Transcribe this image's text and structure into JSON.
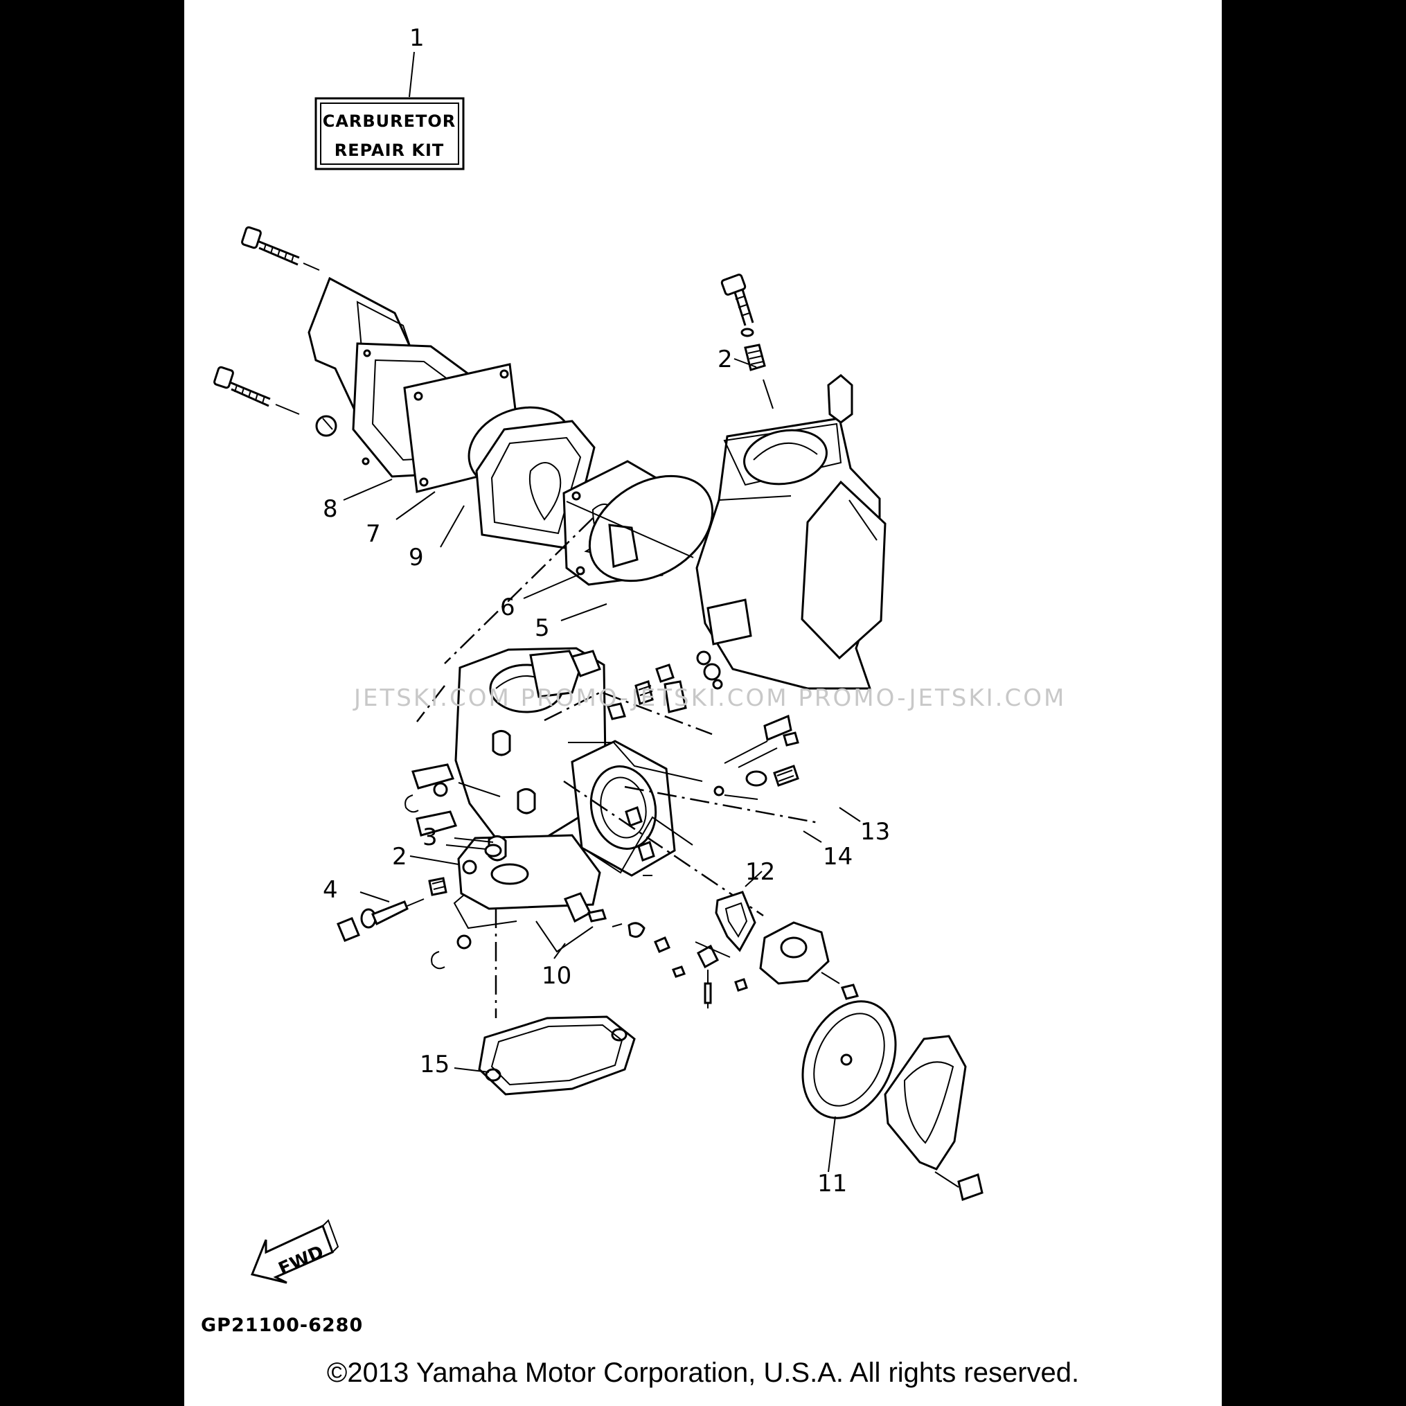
{
  "diagram": {
    "kit_label": {
      "line1": "CARBURETOR",
      "line2": "REPAIR KIT"
    },
    "callouts": [
      {
        "id": "1",
        "text": "1"
      },
      {
        "id": "2a",
        "text": "2"
      },
      {
        "id": "8",
        "text": "8"
      },
      {
        "id": "7",
        "text": "7"
      },
      {
        "id": "9",
        "text": "9"
      },
      {
        "id": "6",
        "text": "6"
      },
      {
        "id": "5",
        "text": "5"
      },
      {
        "id": "13",
        "text": "13"
      },
      {
        "id": "14",
        "text": "14"
      },
      {
        "id": "3",
        "text": "3"
      },
      {
        "id": "2b",
        "text": "2"
      },
      {
        "id": "4",
        "text": "4"
      },
      {
        "id": "12",
        "text": "12"
      },
      {
        "id": "10",
        "text": "10"
      },
      {
        "id": "15",
        "text": "15"
      },
      {
        "id": "11",
        "text": "11"
      }
    ],
    "fwd_arrow_label": "FWD",
    "watermark": "JETSKI.COM  PROMO-JETSKI.COM  PROMO-JETSKI.COM",
    "drawing_code": "GP21100-6280",
    "copyright": "©2013 Yamaha Motor Corporation, U.S.A. All rights reserved."
  }
}
